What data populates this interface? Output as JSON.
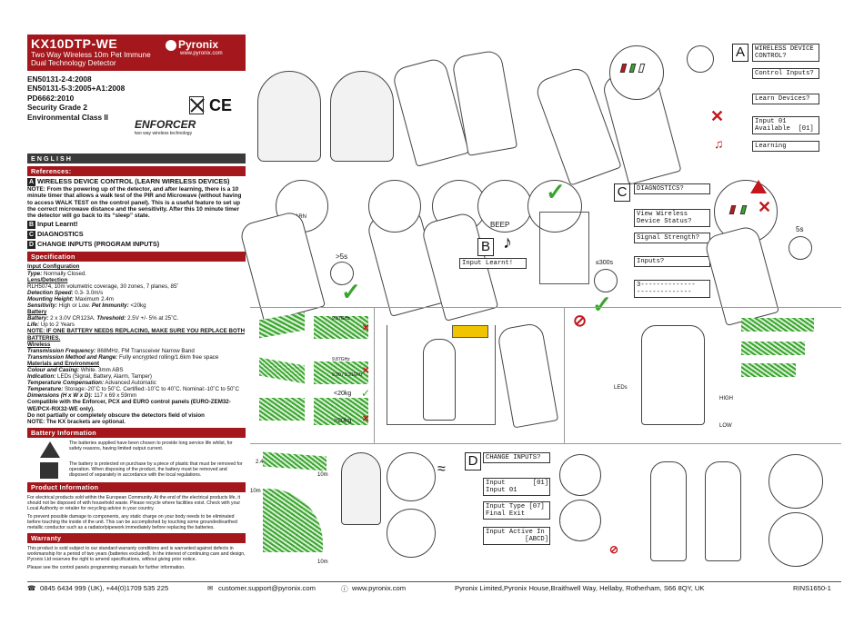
{
  "header": {
    "model": "KX10DTP-WE",
    "subtitle_1": "Two Way Wireless 10m Pet Immune",
    "subtitle_2": "Dual Technology Detector",
    "brand": "Pyronix",
    "brand_url": "www.pyronix.com",
    "standards": [
      "EN50131-2-4:2008",
      "EN50131-5-3:2005+A1:2008",
      "PD6662:2010",
      "Security Grade 2",
      "Environmental Class II"
    ],
    "enforcer": "ENFORCER",
    "enforcer_sub": "two way wireless technology",
    "ce_mark": "CE"
  },
  "language": "ENGLISH",
  "references": {
    "title": "References:",
    "items": [
      {
        "letter": "A",
        "label": "WIRELESS DEVICE CONTROL (LEARN WIRELESS DEVICES)",
        "note": "NOTE: From the powering up of the detector, and after learning, there is a 10 minute timer that allows a walk test of the PIR and Microwave (without having to access WALK TEST on the control panel). This is a useful feature to set up the correct microwave distance and the sensitivity. After this 10 minute timer the detector will go back to its “sleep” state."
      },
      {
        "letter": "B",
        "label": "Input Learnt!"
      },
      {
        "letter": "C",
        "label": "DIAGNOSTICS"
      },
      {
        "letter": "D",
        "label": "CHANGE INPUTS (PROGRAM INPUTS)"
      }
    ]
  },
  "specification": {
    "title": "Specification",
    "input_config_h": "Input Configuration",
    "type_k": "Type:",
    "type_v": "Normally Closed.",
    "lens_h": "Lens/Detection",
    "lens_v": "RLH5074, 10m volumetric coverage, 30 zones, 7 planes, 85˚",
    "speed_k": "Detection Speed:",
    "speed_v": "0.3- 3.0m/s",
    "height_k": "Mounting Height:",
    "height_v": "Maximum 2.4m",
    "sens_k": "Sensitivity:",
    "sens_v": "High or Low.",
    "pet_k": "Pet Immunity:",
    "pet_v": "<20kg",
    "battery_h": "Battery",
    "batt_k": "Battery:",
    "batt_v": "2 x 3.0V CR123A.",
    "thr_k": "Threshold:",
    "thr_v": "2.5V +/- 5% at 25˚C.",
    "life_k": "Life:",
    "life_v": "Up to 2 Years",
    "batt_note": "NOTE: IF ONE BATTERY NEEDS REPLACING, MAKE SURE YOU REPLACE BOTH BATTERIES.",
    "wireless_h": "Wireless",
    "freq_k": "Transmission Frequency:",
    "freq_v": "868MHz, FM Transceiver Narrow Band",
    "method_k": "Transmission Method and Range:",
    "method_v": "Fully encrypted rolling/1.6km free space",
    "materials_h": "Materials and Environment",
    "colour_k": "Colour and Casing:",
    "colour_v": "White. 3mm ABS",
    "ind_k": "Indication:",
    "ind_v": "LEDs (Signal, Battery, Alarm, Tamper)",
    "tc_k": "Temperature Compensation:",
    "tc_v": "Advanced Automatic",
    "temp_k": "Temperature:",
    "temp_v": "Storage:-20˚C to 50˚C. Certified:-10˚C to 40˚C. Nominal:-10˚C to 50˚C",
    "dim_k": "Dimensions (H x W x D):",
    "dim_v": "117 x 69 x 59mm",
    "compat": "Compatible with the Enforcer, PCX and EURO control panels (EURO-ZEM32-WE/PCX-RIX32-WE only).",
    "obscure": "Do not partially or completely obscure the detectors field of vision",
    "brackets": "NOTE: The KX brackets are optional."
  },
  "battery_info": {
    "title": "Battery Information",
    "p1": "The batteries supplied have been chosen to provide long service life whilst, for safety reasons, having limited output current.",
    "p2": "The battery is protected on purchase by a piece of plastic that must be removed for operation. When disposing of the product, the battery must be removed and disposed of separately in accordance with the local regulations."
  },
  "product_info": {
    "title": "Product Information",
    "p1": "For electrical products sold within the European Community. At the end of the electrical products life, it should not be disposed of with household waste. Please recycle where facilities exist. Check with your Local Authority or retailer for recycling advice in your country.",
    "p2": "To prevent possible damage to components, any static charge on your body needs to be eliminated before touching the inside of the unit. This can be accomplished by touching some grounded/earthed metallic conductor such as a radiator/pipework immediately before replacing the batteries."
  },
  "warranty": {
    "title": "Warranty",
    "p1": "This product is sold subject to our standard warranty conditions and is warranted against defects in workmanship for a period of two years (batteries excluded). In the interest of continuing care and design, Pyronix Ltd reserves the right to amend specifications, without giving prior notice.",
    "p2": "Please see the control panels programming manuals for further information."
  },
  "footer": {
    "phone": "0845 6434 999 (UK), +44(0)1709 535 225",
    "email": "customer.support@pyronix.com",
    "web": "www.pyronix.com",
    "address": "Pyronix Limited,Pyronix House,Braithwell Way, Hellaby, Rotherham, S66 8QY, UK",
    "doc_ref": "RINS1650-1"
  },
  "diagram": {
    "label_a": "A",
    "label_b": "B",
    "label_c": "C",
    "label_d": "D",
    "lcd_a": [
      "WIRELESS DEVICE\nCONTROL?",
      "Control Inputs?",
      "Learn Devices?",
      "Input 01\nAvailable  [01]",
      "Learning"
    ],
    "learn_button": "LEARN",
    "time_5s": ">5s",
    "beep": "BEEP",
    "lcd_b": "Input Learnt!",
    "time_300": "≤300s",
    "lcd_c": [
      "DIAGNOSTICS?",
      "View Wireless\nDevice Status?",
      "Signal Strength?",
      "Inputs?",
      "3--------------\n--------------"
    ],
    "time_c": "5s",
    "freq_labels": [
      "9.87GHz",
      "9.87GHz",
      "9.90 / 9.91GHz"
    ],
    "pet_labels": [
      "<20kg",
      ">20kg"
    ],
    "lcd_d": [
      "CHANGE INPUTS?",
      "Input       [01]\nInput 01",
      "Input Type [07]\nFinal Exit",
      "Input Active In\n          [ABCD]"
    ],
    "dist_labels": [
      "2.4m",
      "10m",
      "10m",
      "10m"
    ],
    "leds_label": "LEDs",
    "sens_labels": [
      "HIGH",
      "LOW"
    ]
  }
}
